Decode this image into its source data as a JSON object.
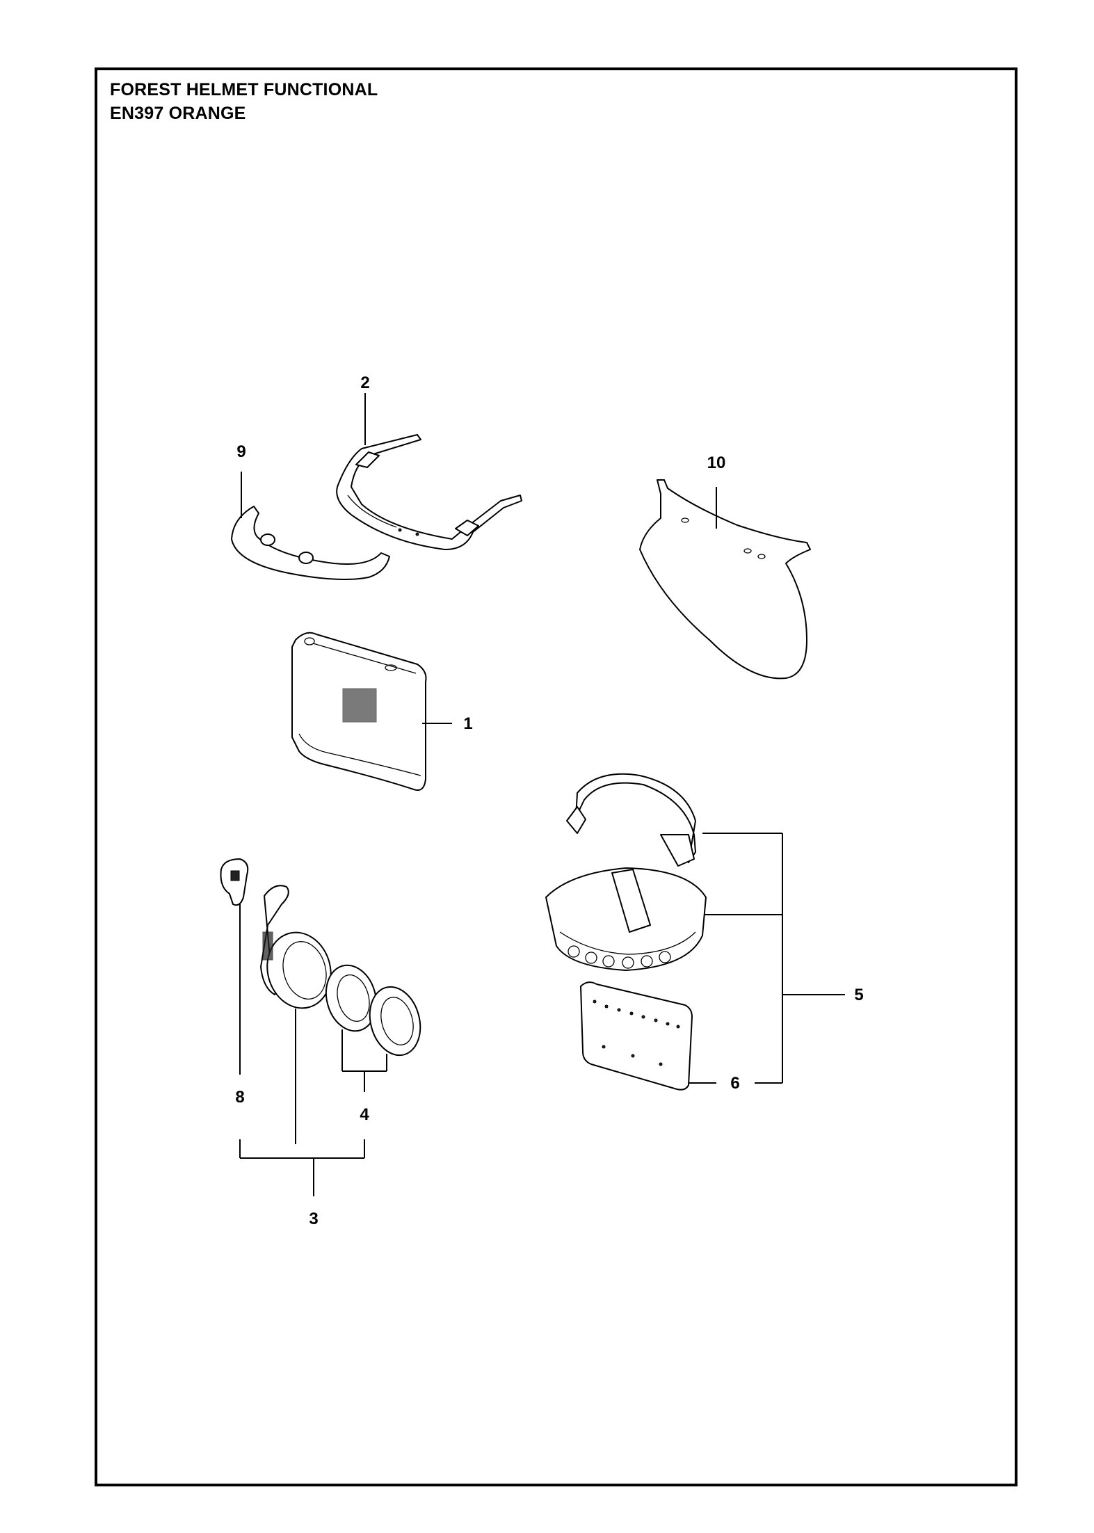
{
  "title": {
    "line1": "FOREST HELMET FUNCTIONAL",
    "line2": "EN397 ORANGE"
  },
  "callouts": {
    "c1": "1",
    "c2": "2",
    "c3": "3",
    "c4": "4",
    "c5": "5",
    "c6": "6",
    "c8": "8",
    "c9": "9",
    "c10": "10"
  }
}
